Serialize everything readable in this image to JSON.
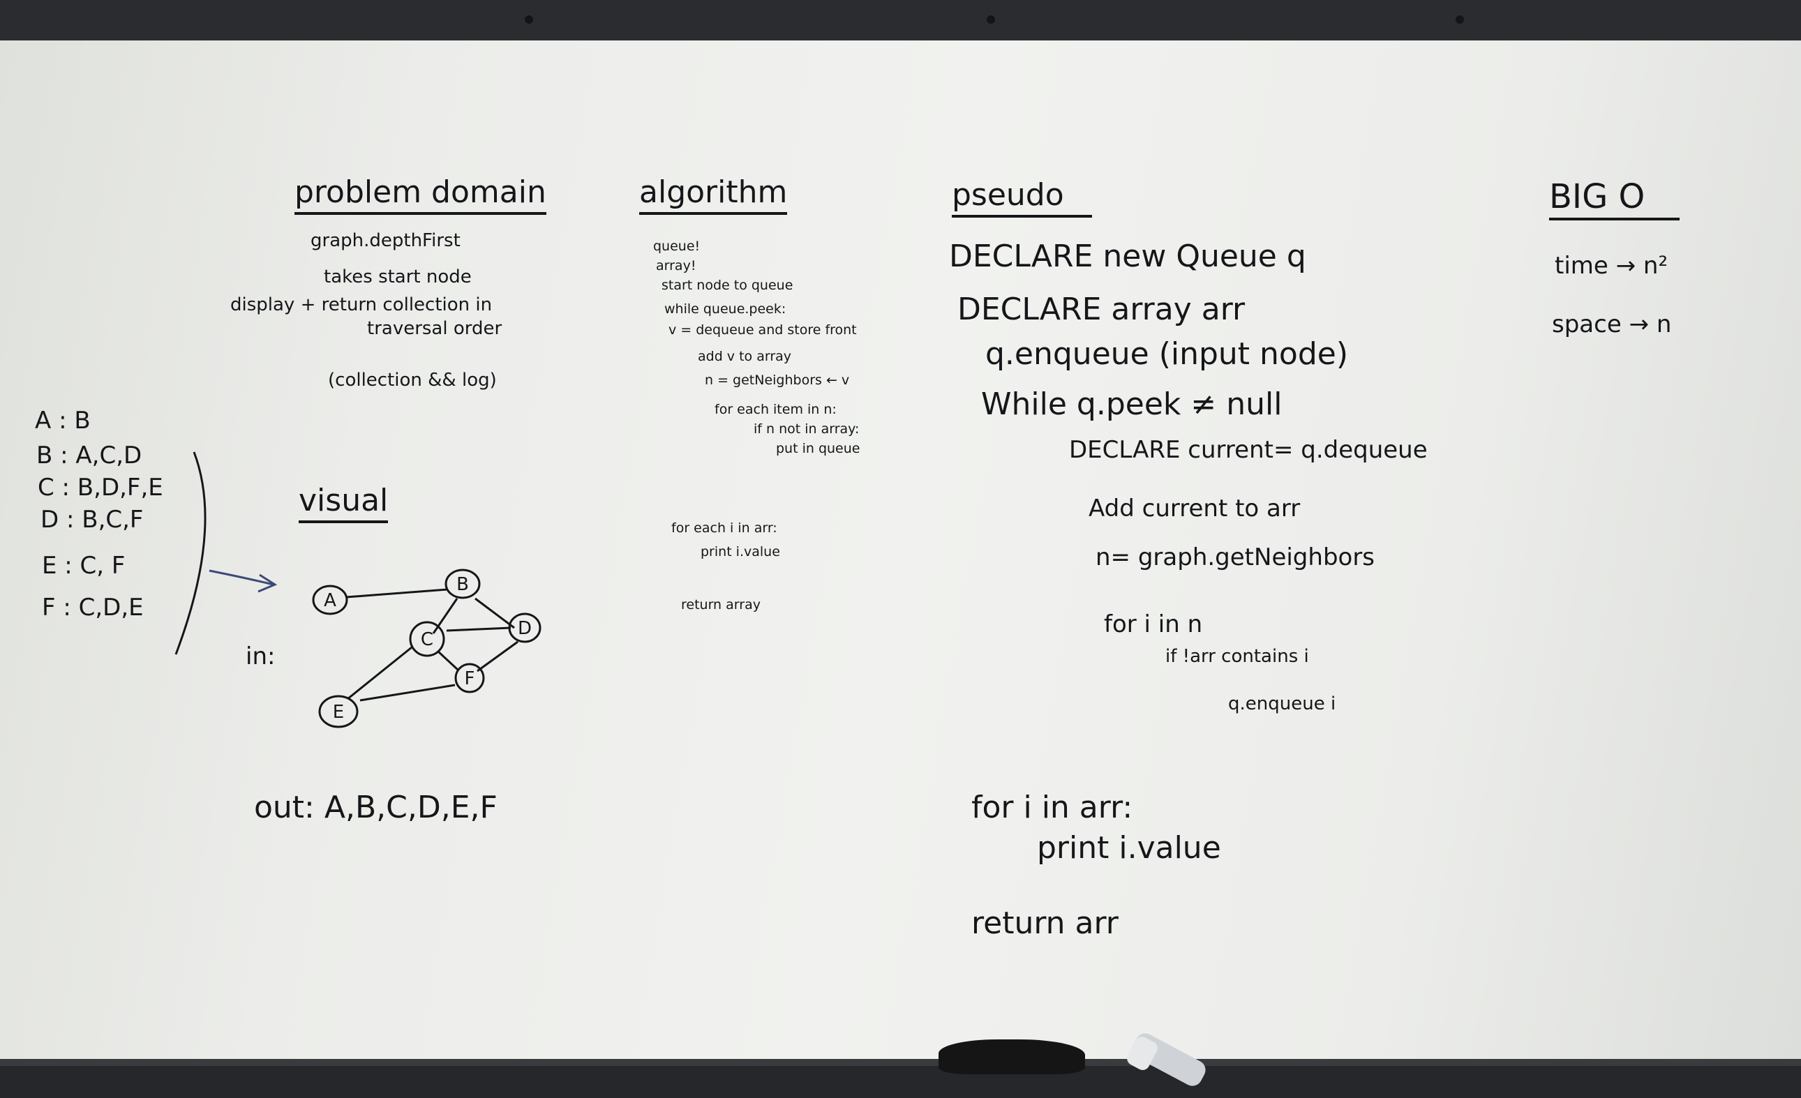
{
  "problem_domain": {
    "heading": "problem domain",
    "lines": [
      "graph.depthFirst",
      "takes start node",
      "display + return collection in",
      "traversal order",
      "(collection && log)"
    ]
  },
  "adjacency": {
    "rows": [
      "A : B",
      "B : A,C,D",
      "C : B,D,F,E",
      "D : B,C,F",
      "E : C, F",
      "F : C,D,E"
    ]
  },
  "visual": {
    "heading": "visual",
    "in_label": "in:",
    "out_label": "out: A,B,C,D,E,F",
    "nodes": [
      "A",
      "B",
      "C",
      "D",
      "E",
      "F"
    ]
  },
  "algorithm": {
    "heading": "algorithm",
    "lines": [
      "queue!",
      "array!",
      "start node to queue",
      "while queue.peek:",
      "v = dequeue and store front",
      "add v to array",
      "n = getNeighbors ← v",
      "for each item in n:",
      "if n not in array:",
      "put in queue",
      "for each i in arr:",
      "print i.value",
      "return array"
    ]
  },
  "pseudo": {
    "heading": "pseudo",
    "lines": [
      "DECLARE new Queue q",
      "DECLARE array arr",
      "q.enqueue (input node)",
      "While q.peek ≠ null",
      "DECLARE current= q.dequeue",
      "Add current to arr",
      "n= graph.getNeighbors",
      "for i in n",
      "if !arr contains i",
      "q.enqueue i",
      "for i in arr:",
      "print i.value",
      "return arr"
    ]
  },
  "big_o": {
    "heading": "BIG O",
    "time": "time → n²",
    "space": "space → n"
  },
  "colors": {
    "board": "#eeefec",
    "marker": "#16161a",
    "frame": "#2b2c2f"
  }
}
